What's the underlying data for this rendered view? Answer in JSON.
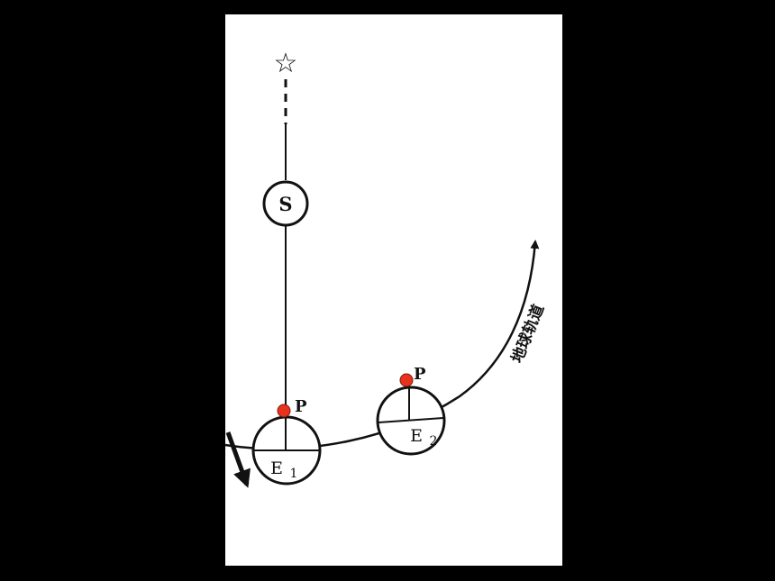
{
  "diagram": {
    "star_symbol": "☆",
    "sun_label": "S",
    "earth1_label": "E",
    "earth1_sub": "1",
    "earth2_label": "E",
    "earth2_sub": "2",
    "point1_label": "P",
    "point2_label": "P",
    "orbit_label": "地球轨道",
    "colors": {
      "background": "#000000",
      "panel": "#ffffff",
      "ink": "#111111",
      "point": "#e8331c"
    }
  }
}
